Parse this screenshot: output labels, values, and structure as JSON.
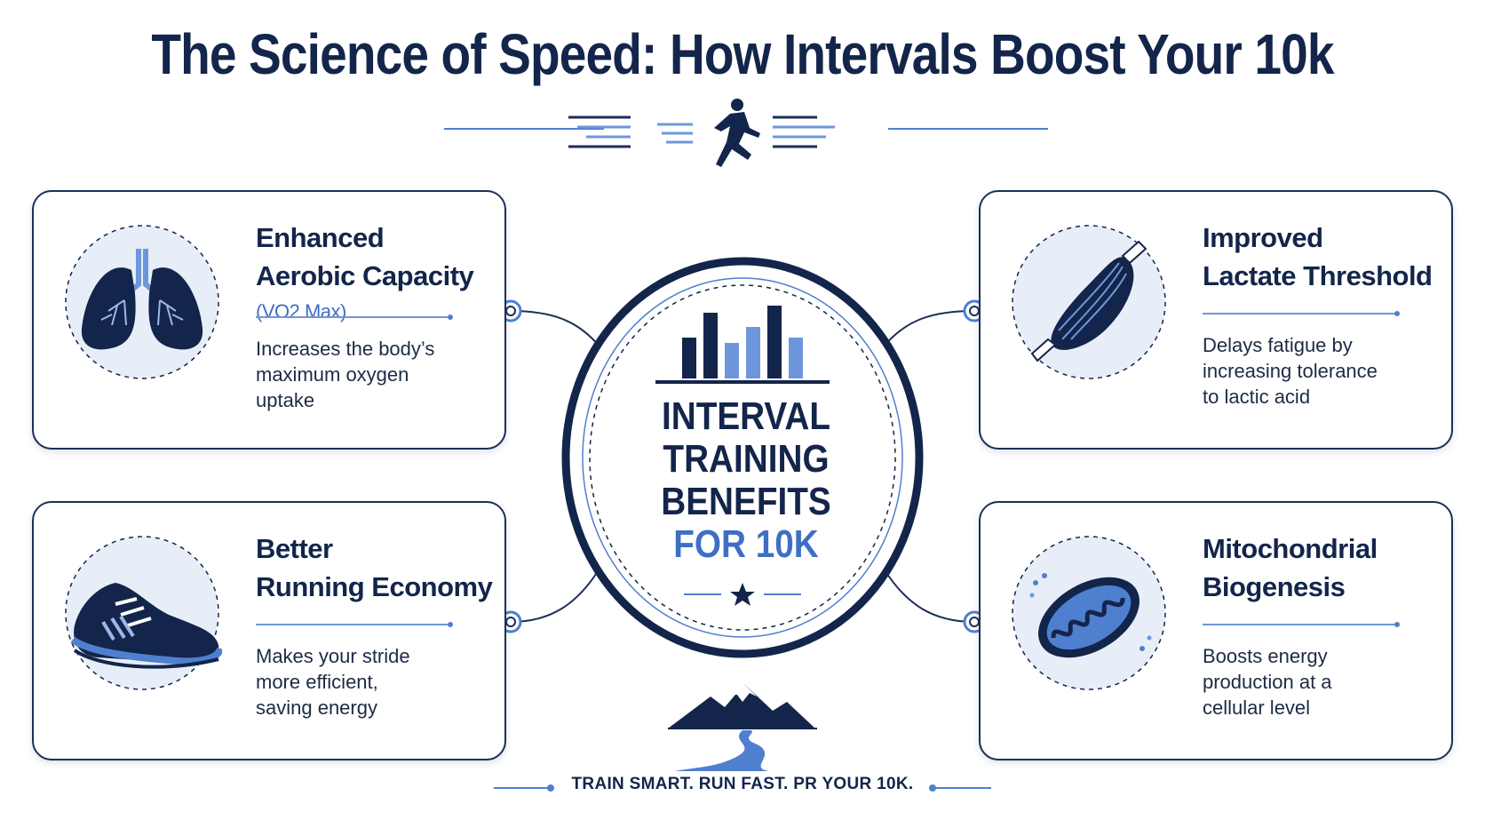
{
  "title": "The Science of Speed: How Intervals Boost Your 10k",
  "center": {
    "line1": "INTERVAL",
    "line2": "TRAINING",
    "line3": "BENEFITS",
    "line4": "FOR 10K"
  },
  "cards": [
    {
      "title_line1": "Enhanced",
      "title_line2": "Aerobic Capacity",
      "subtitle": "(VO2 Max)",
      "desc_line1": "Increases the body’s",
      "desc_line2": "maximum oxygen",
      "desc_line3": "uptake",
      "icon": "lungs-icon"
    },
    {
      "title_line1": "Improved",
      "title_line2": "Lactate Threshold",
      "desc_line1": "Delays fatigue by",
      "desc_line2": "increasing tolerance",
      "desc_line3": "to lactic acid",
      "icon": "muscle-icon"
    },
    {
      "title_line1": "Better",
      "title_line2": "Running Economy",
      "desc_line1": "Makes your stride",
      "desc_line2": "more efficient,",
      "desc_line3": "saving energy",
      "icon": "running-shoe-icon"
    },
    {
      "title_line1": "Mitochondrial",
      "title_line2": "Biogenesis",
      "desc_line1": "Boosts energy",
      "desc_line2": "production at a",
      "desc_line3": "cellular level",
      "icon": "mitochondria-icon"
    }
  ],
  "footer": "TRAIN SMART. RUN FAST. PR YOUR 10K.",
  "colors": {
    "navy": "#13254a",
    "accent_blue": "#3e6fc4",
    "light_blue": "#6d97da",
    "pale_blue": "#e8eef8"
  }
}
